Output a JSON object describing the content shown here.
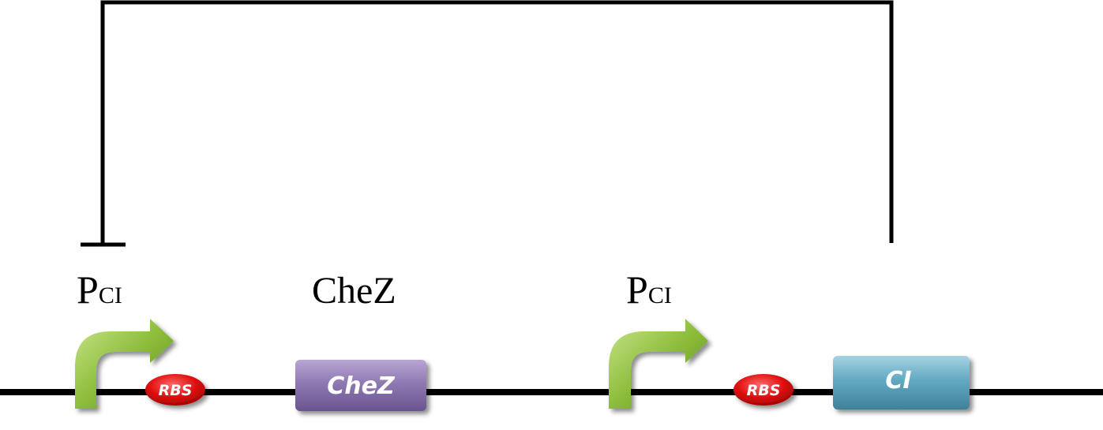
{
  "labels": {
    "promoter1": {
      "main": "P",
      "sub": "CI"
    },
    "promoter2": {
      "main": "P",
      "sub": "CI"
    },
    "gene_chez": "CheZ"
  },
  "parts": {
    "rbs1": "RBS",
    "chez_box": "CheZ",
    "rbs2": "RBS",
    "ci_box": "CI"
  },
  "colors": {
    "backbone": "#000000",
    "promoter_green": "#7fae2e",
    "rbs_red": "#d81010",
    "chez_purple": "#8a72ad",
    "ci_teal": "#5aa2bb"
  }
}
